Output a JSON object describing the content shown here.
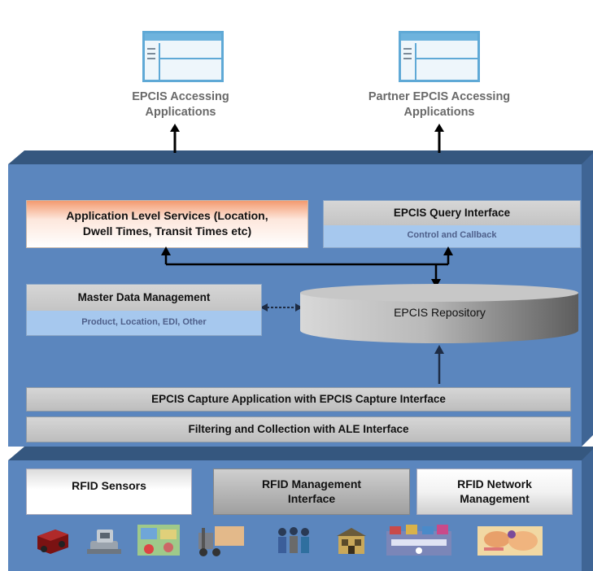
{
  "apps": {
    "left_label_line1": "EPCIS Accessing",
    "left_label_line2": "Applications",
    "right_label_line1": "Partner EPCIS Accessing",
    "right_label_line2": "Applications",
    "left_window_icon": "application-window-icon",
    "right_window_icon": "application-window-icon"
  },
  "upper_layer": {
    "app_services_line1": "Application Level Services (Location,",
    "app_services_line2": "Dwell Times, Transit Times etc)",
    "query_title": "EPCIS Query Interface",
    "query_subtitle": "Control and Callback",
    "mdm_title": "Master Data Management",
    "mdm_subtitle": "Product, Location, EDI, Other",
    "repository_label": "EPCIS Repository",
    "capture_label": "EPCIS Capture Application with EPCIS Capture Interface",
    "filtering_label": "Filtering and Collection with ALE Interface"
  },
  "lower_layer": {
    "sensors_label": "RFID Sensors",
    "management_line1": "RFID Management",
    "management_line2": "Interface",
    "network_line1": "RFID Network",
    "network_line2": "Management",
    "device_icons": [
      "rfid-reader-icon",
      "handheld-scanner-icon",
      "shipment-map-icon",
      "forklift-icon",
      "people-icon",
      "warehouse-icon",
      "retail-store-icon",
      "global-map-icon"
    ]
  },
  "colors": {
    "layer_blue": "#5b86be",
    "layer_dark": "#35577f",
    "panel_blue": "#a6c8ee",
    "app_services_orange": "#f3a37c",
    "window_blue": "#5fa9d6"
  }
}
